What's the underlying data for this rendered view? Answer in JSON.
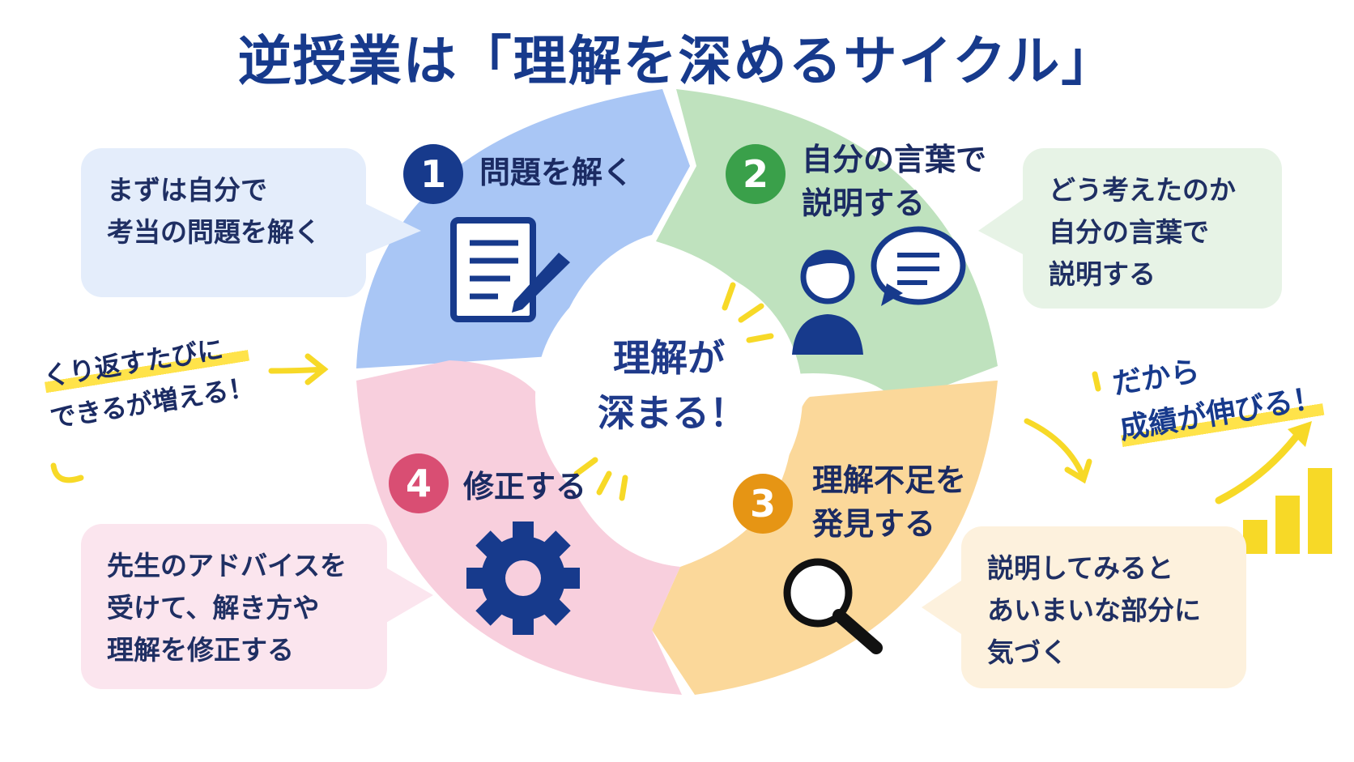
{
  "title": "逆授業は「理解を深めるサイクル」",
  "center": {
    "line1": "理解が",
    "line2": "深まる！"
  },
  "steps": [
    {
      "number": "1",
      "label_lines": [
        "問題を解く"
      ],
      "callout_lines": [
        "まずは自分で",
        "考当の問題を解く"
      ],
      "color": "#a9c6f5",
      "icon": "document-pen-icon"
    },
    {
      "number": "2",
      "label_lines": [
        "自分の言葉で",
        "説明する"
      ],
      "callout_lines": [
        "どう考えたのか",
        "自分の言葉で",
        "説明する"
      ],
      "color": "#bfe2be",
      "icon": "person-speech-icon"
    },
    {
      "number": "3",
      "label_lines": [
        "理解不足を",
        "発見する"
      ],
      "callout_lines": [
        "説明してみると",
        "あいまいな部分に",
        "気づく"
      ],
      "color": "#fbd89a",
      "icon": "magnifier-icon"
    },
    {
      "number": "4",
      "label_lines": [
        "修正する"
      ],
      "callout_lines": [
        "先生のアドバイスを",
        "受けて、解き方や",
        "理解を修正する"
      ],
      "color": "#f8cfdd",
      "icon": "gear-icon"
    }
  ],
  "left_note": {
    "line1": "くり返すたびに",
    "line2": "できるが増える！"
  },
  "right_note": {
    "line1": "だから",
    "line2": "成績が伸びる！"
  },
  "colors": {
    "title": "#173a8c",
    "accent": "#ffe34a",
    "navy": "#173a8c"
  }
}
